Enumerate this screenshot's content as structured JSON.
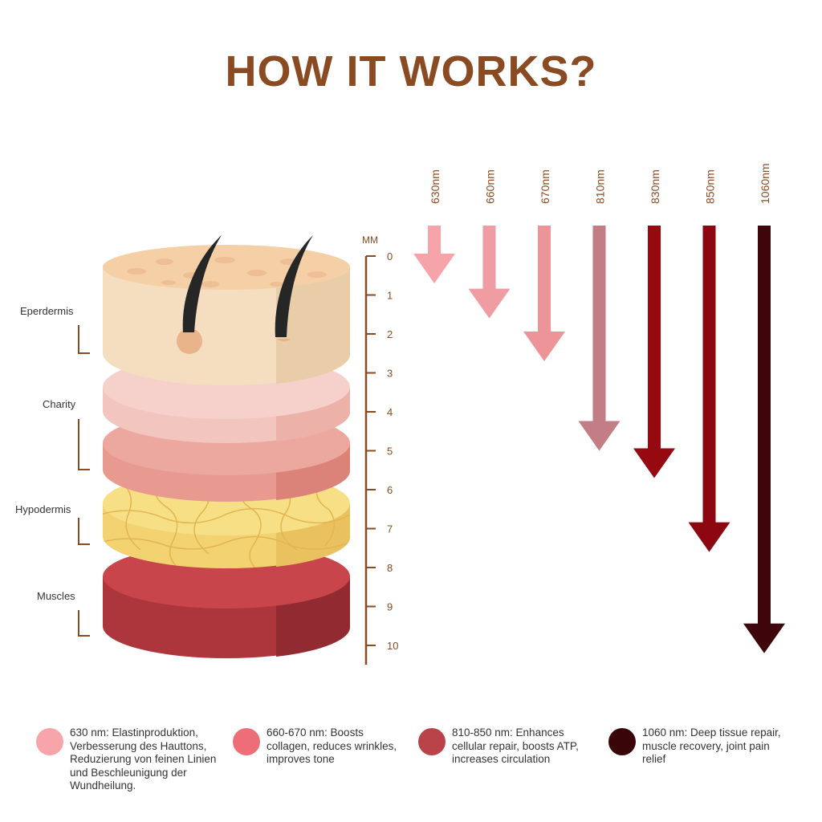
{
  "title": "HOW IT WORKS?",
  "depth_scale": {
    "unit": "MM",
    "ticks": [
      "0",
      "1",
      "2",
      "3",
      "4",
      "5",
      "6",
      "7",
      "8",
      "9",
      "10"
    ]
  },
  "layers": [
    {
      "label": "Eperdermis"
    },
    {
      "label": "Charity"
    },
    {
      "label": "Hypodermis"
    },
    {
      "label": "Muscles"
    }
  ],
  "wavelengths": [
    {
      "label": "630nm",
      "depth_mm": 0.7,
      "color": "#f6a3a9"
    },
    {
      "label": "660nm",
      "depth_mm": 1.6,
      "color": "#ef9da2"
    },
    {
      "label": "670nm",
      "depth_mm": 2.7,
      "color": "#ec9498"
    },
    {
      "label": "810nm",
      "depth_mm": 5.0,
      "color": "#c37d84"
    },
    {
      "label": "830nm",
      "depth_mm": 5.7,
      "color": "#960910"
    },
    {
      "label": "850nm",
      "depth_mm": 7.6,
      "color": "#8c0710"
    },
    {
      "label": "1060nm",
      "depth_mm": 10.2,
      "color": "#3e060b"
    }
  ],
  "legend": [
    {
      "color": "#f7a4ab",
      "text": "630 nm: Elastinproduktion, Verbesserung des Hauttons, Reduzierung von feinen Linien und Beschleunigung der Wundheilung."
    },
    {
      "color": "#ee6e78",
      "text": "660-670 nm: Boosts collagen, reduces wrinkles, improves tone"
    },
    {
      "color": "#b94349",
      "text": "810-850 nm: Enhances cellular repair, boosts ATP, increases circulation"
    },
    {
      "color": "#3a0508",
      "text": "1060 nm: Deep tissue repair, muscle recovery, joint pain relief"
    }
  ]
}
